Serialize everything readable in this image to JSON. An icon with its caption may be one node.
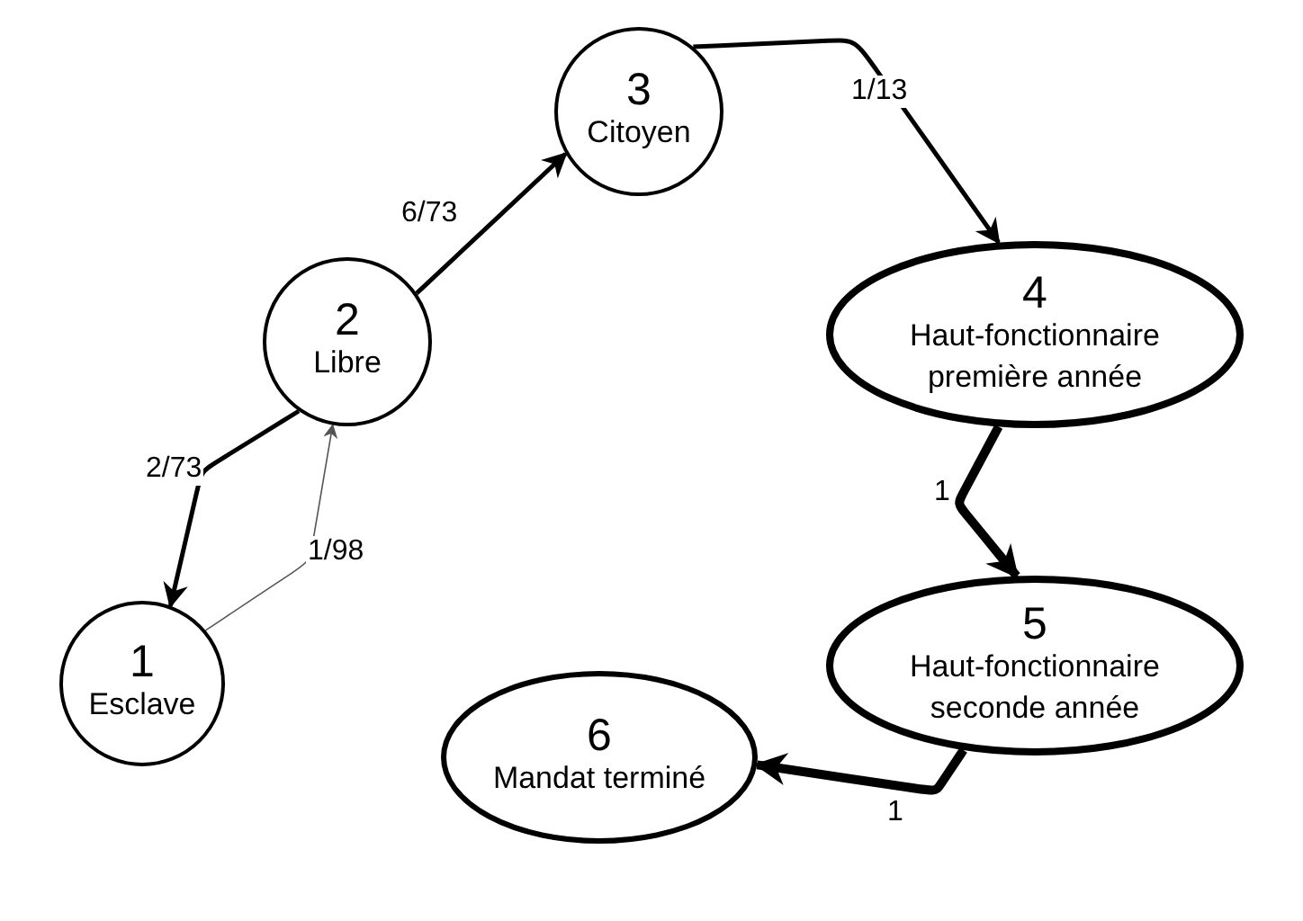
{
  "diagram": {
    "nodes": [
      {
        "text": [
          "1",
          "Esclave"
        ]
      },
      {
        "text": [
          "2",
          "Libre"
        ]
      },
      {
        "text": [
          "3",
          "Citoyen"
        ]
      },
      {
        "text": [
          "4",
          "Haut-fonctionnaire première année"
        ]
      },
      {
        "text": [
          "5",
          "Haut-fonctionnaire seconde année"
        ]
      },
      {
        "text": [
          "6",
          "Mandat terminé"
        ]
      }
    ],
    "edges": [
      {
        "from": 1,
        "to": 0,
        "arrow": "to",
        "label": "2/73"
      },
      {
        "from": 0,
        "to": 1,
        "arrow": "to",
        "label": "1/98",
        "color": "#555555"
      },
      {
        "from": 1,
        "to": 2,
        "arrow": "to",
        "label": "6/73"
      },
      {
        "from": 2,
        "to": 3,
        "arrow": "to",
        "label": "1/13"
      },
      {
        "from": 3,
        "to": 4,
        "arrow": "to",
        "label": "1",
        "style": "thick"
      },
      {
        "from": 4,
        "to": 5,
        "arrow": "to",
        "label": "1",
        "style": "thick"
      }
    ]
  }
}
